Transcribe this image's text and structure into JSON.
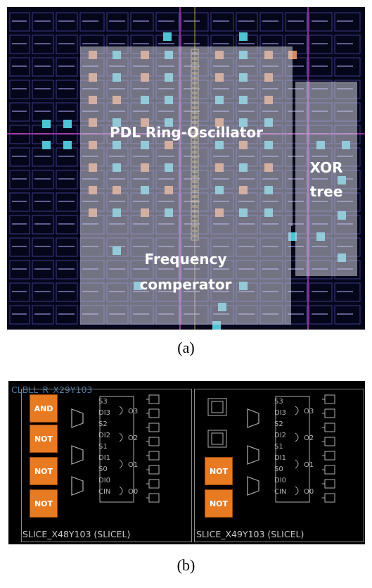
{
  "panel_a": {
    "labels": {
      "ring_oscillator": "PDL Ring-Oscillator",
      "xor_tree_line1": "XOR",
      "xor_tree_line2": "tree",
      "freq_line1": "Frequency",
      "freq_line2": "comperator"
    },
    "caption": "(a)",
    "colors": {
      "background": "#06061a",
      "lut_cyan": "#4fc3d3",
      "lut_orange": "#d98a5a",
      "grid": "#3a3a8a"
    }
  },
  "panel_b": {
    "clb_label": "CLBLL_R_X29Y103",
    "slice_left_label": "SLICE_X48Y103 (SLICEL)",
    "slice_right_label": "SLICE_X49Y103 (SLICEL)",
    "left_gates": [
      "AND",
      "NOT",
      "NOT",
      "NOT"
    ],
    "right_gates": [
      "NOT",
      "NOT"
    ],
    "caption": "(b)",
    "colors": {
      "gate": "#e87a22",
      "wire": "#b0b0b0",
      "background": "#000000"
    }
  }
}
